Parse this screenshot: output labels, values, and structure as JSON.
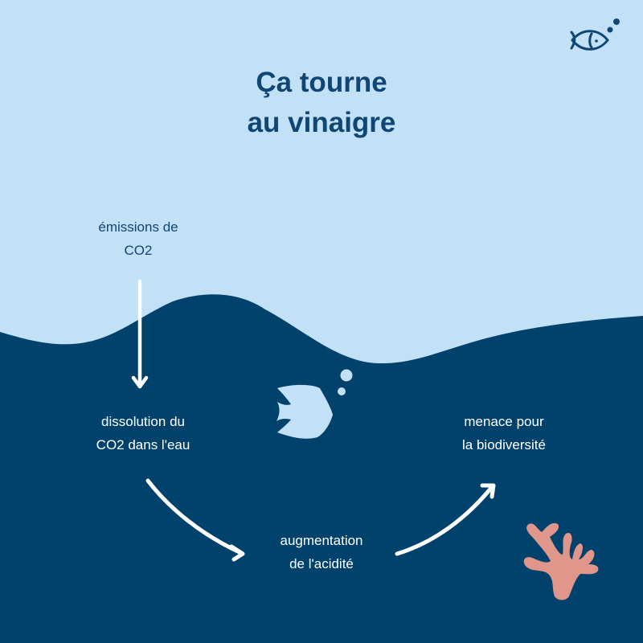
{
  "title": {
    "line1": "Ça tourne",
    "line2": "au vinaigre"
  },
  "nodes": {
    "emissions": {
      "line1": "émissions de",
      "line2": "CO2"
    },
    "dissolution": {
      "line1": "dissolution du",
      "line2": "CO2 dans l'eau"
    },
    "acidity": {
      "line1": "augmentation",
      "line2": "de l'acidité"
    },
    "biodiversity": {
      "line1": "menace pour",
      "line2": "la biodiversité"
    }
  },
  "colors": {
    "sky": "#c2e0f6",
    "sea": "#00426b",
    "text_dark": "#0f4673",
    "coral": "#e0968a"
  },
  "icons": [
    "fish-logo-icon",
    "fish-icon",
    "bubble-icon",
    "coral-icon",
    "arrow-icon"
  ]
}
